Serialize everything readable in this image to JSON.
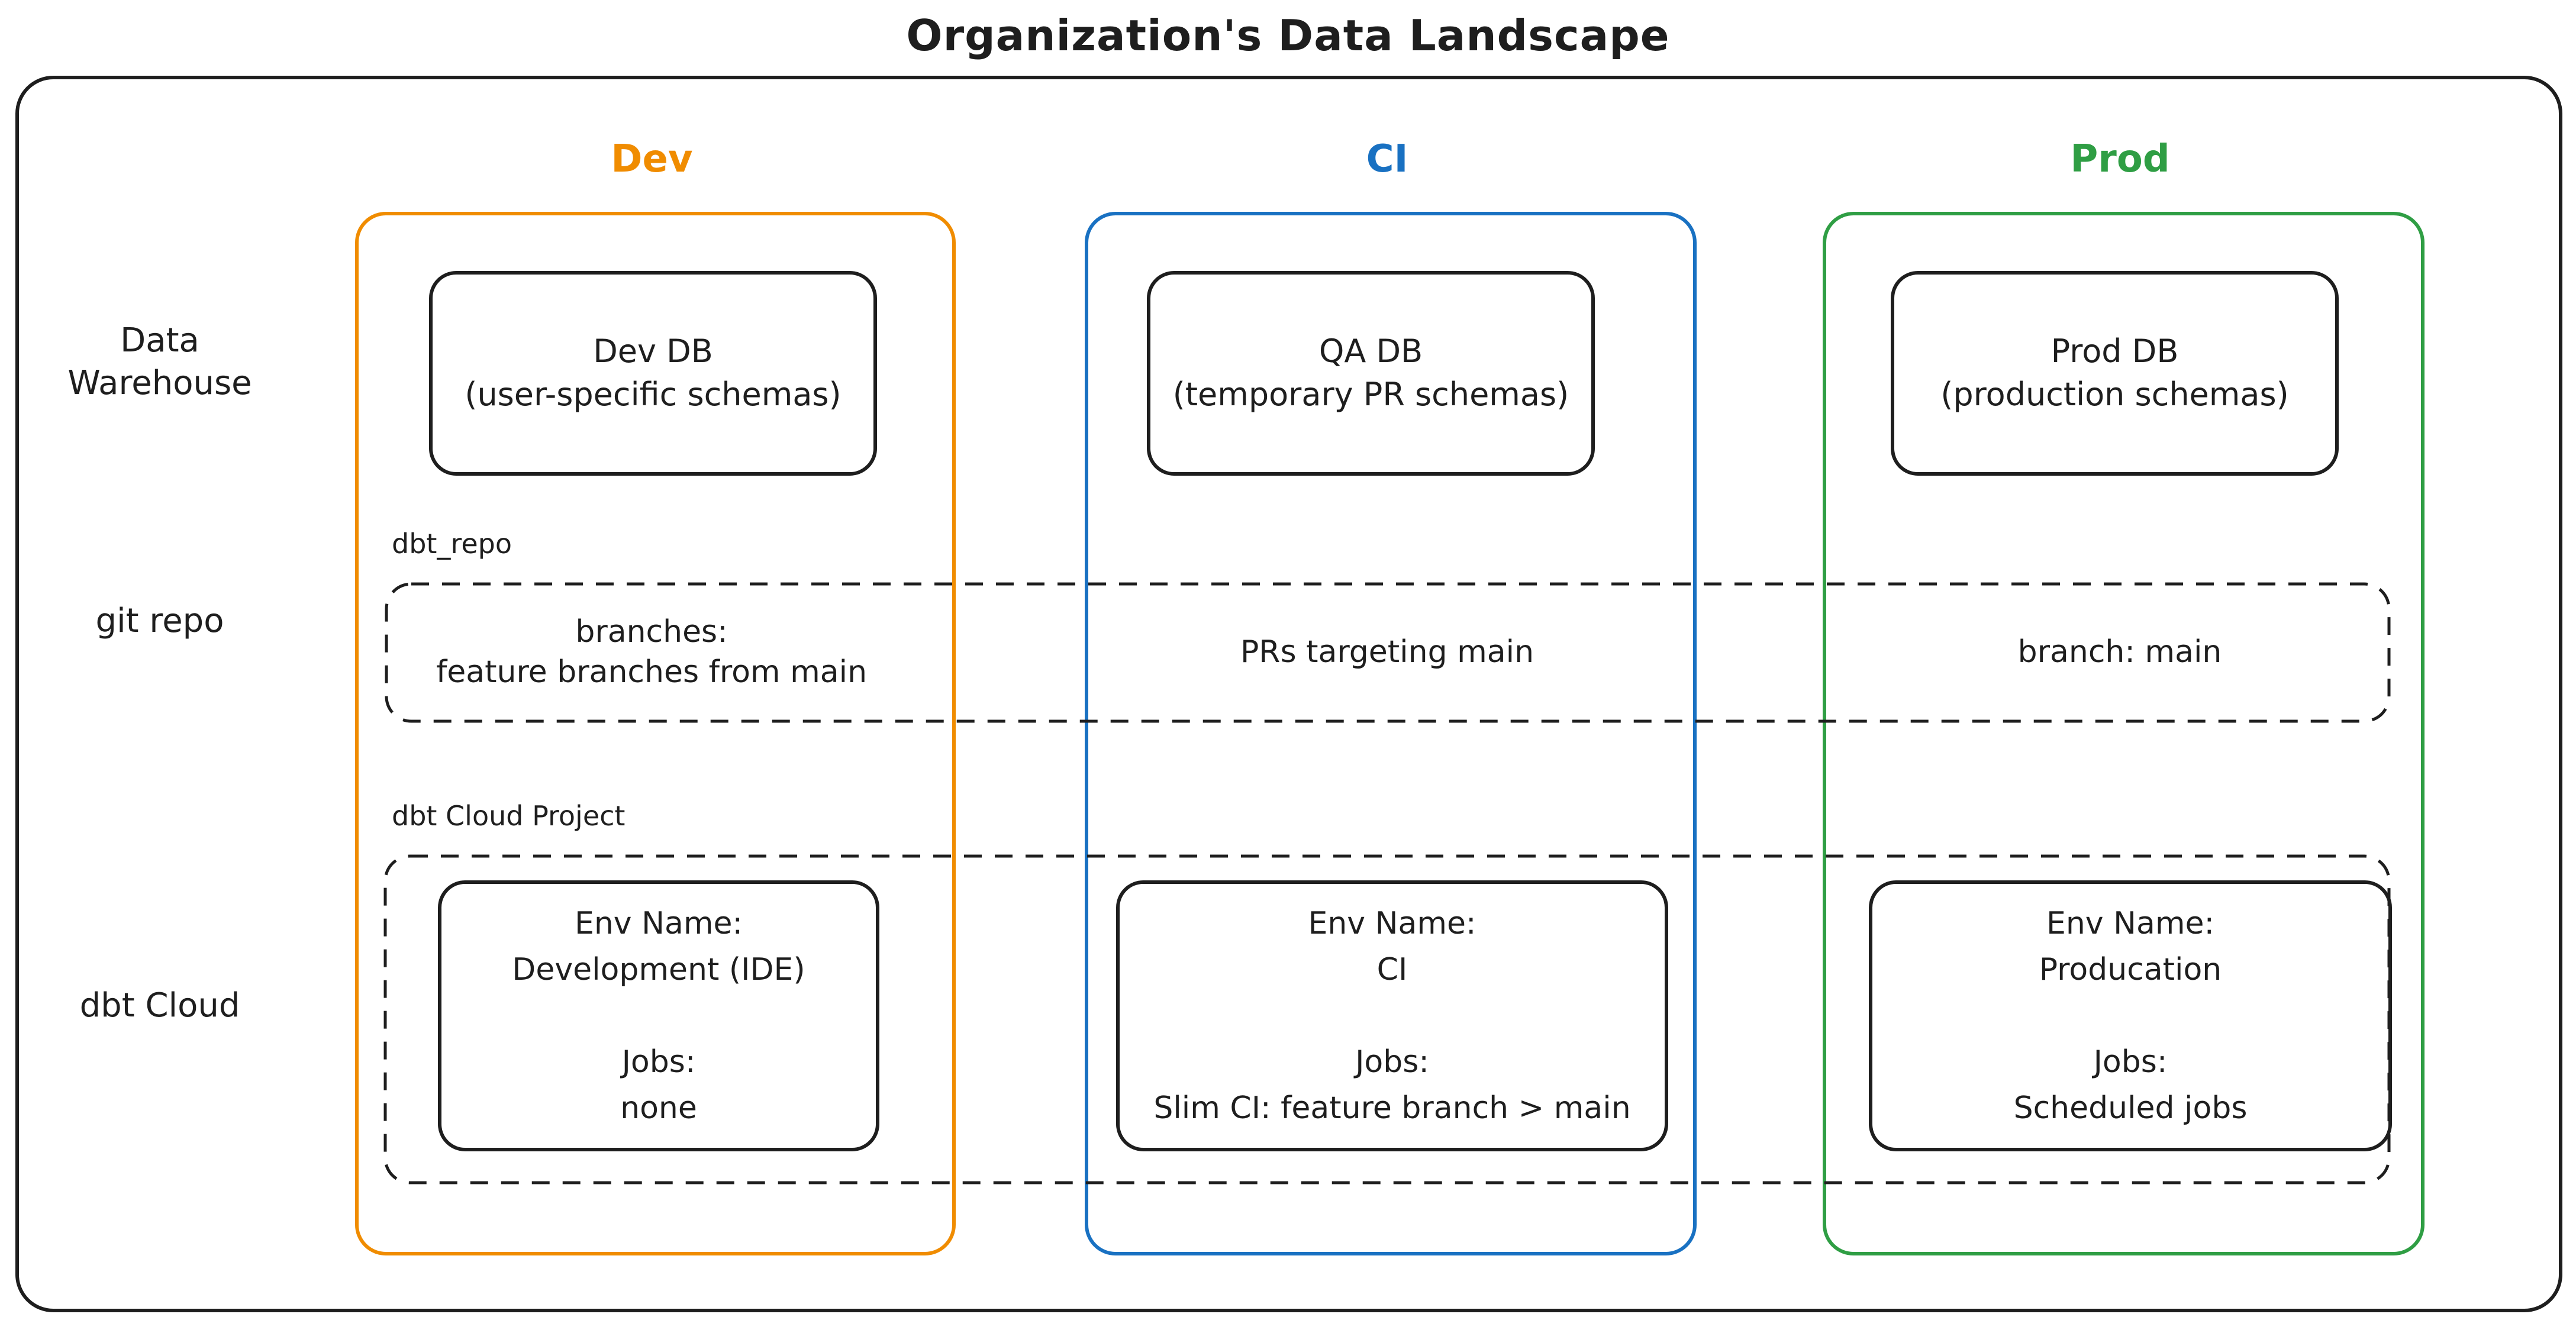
{
  "title": "Organization's Data Landscape",
  "colors": {
    "ink": "#1e1e1e",
    "dev_accent": "#f08c00",
    "ci_accent": "#1971c2",
    "prod_accent": "#2f9e44",
    "background": "#ffffff"
  },
  "row_labels": {
    "warehouse_line1": "Data",
    "warehouse_line2": "Warehouse",
    "git_repo": "git repo",
    "dbt_cloud": "dbt Cloud"
  },
  "group_labels": {
    "git_repo_group": "dbt_repo",
    "dbt_cloud_group": "dbt Cloud Project"
  },
  "columns": [
    {
      "key": "dev",
      "header": "Dev",
      "warehouse_box": {
        "title": "Dev DB",
        "subtitle": "(user-specific schemas)"
      },
      "git_cell": {
        "line1": "branches:",
        "line2": "feature branches from main"
      },
      "cloud_box": {
        "env_label": "Env Name:",
        "env_name": "Development (IDE)",
        "jobs_label": "Jobs:",
        "jobs_value": "none"
      }
    },
    {
      "key": "ci",
      "header": "CI",
      "warehouse_box": {
        "title": "QA DB",
        "subtitle": "(temporary PR schemas)"
      },
      "git_cell": {
        "line1": "PRs targeting main",
        "line2": ""
      },
      "cloud_box": {
        "env_label": "Env Name:",
        "env_name": "CI",
        "jobs_label": "Jobs:",
        "jobs_value": "Slim CI: feature branch > main"
      }
    },
    {
      "key": "prod",
      "header": "Prod",
      "warehouse_box": {
        "title": "Prod DB",
        "subtitle": "(production schemas)"
      },
      "git_cell": {
        "line1": "branch: main",
        "line2": ""
      },
      "cloud_box": {
        "env_label": "Env Name:",
        "env_name": "Producation",
        "jobs_label": "Jobs:",
        "jobs_value": "Scheduled jobs"
      }
    }
  ]
}
